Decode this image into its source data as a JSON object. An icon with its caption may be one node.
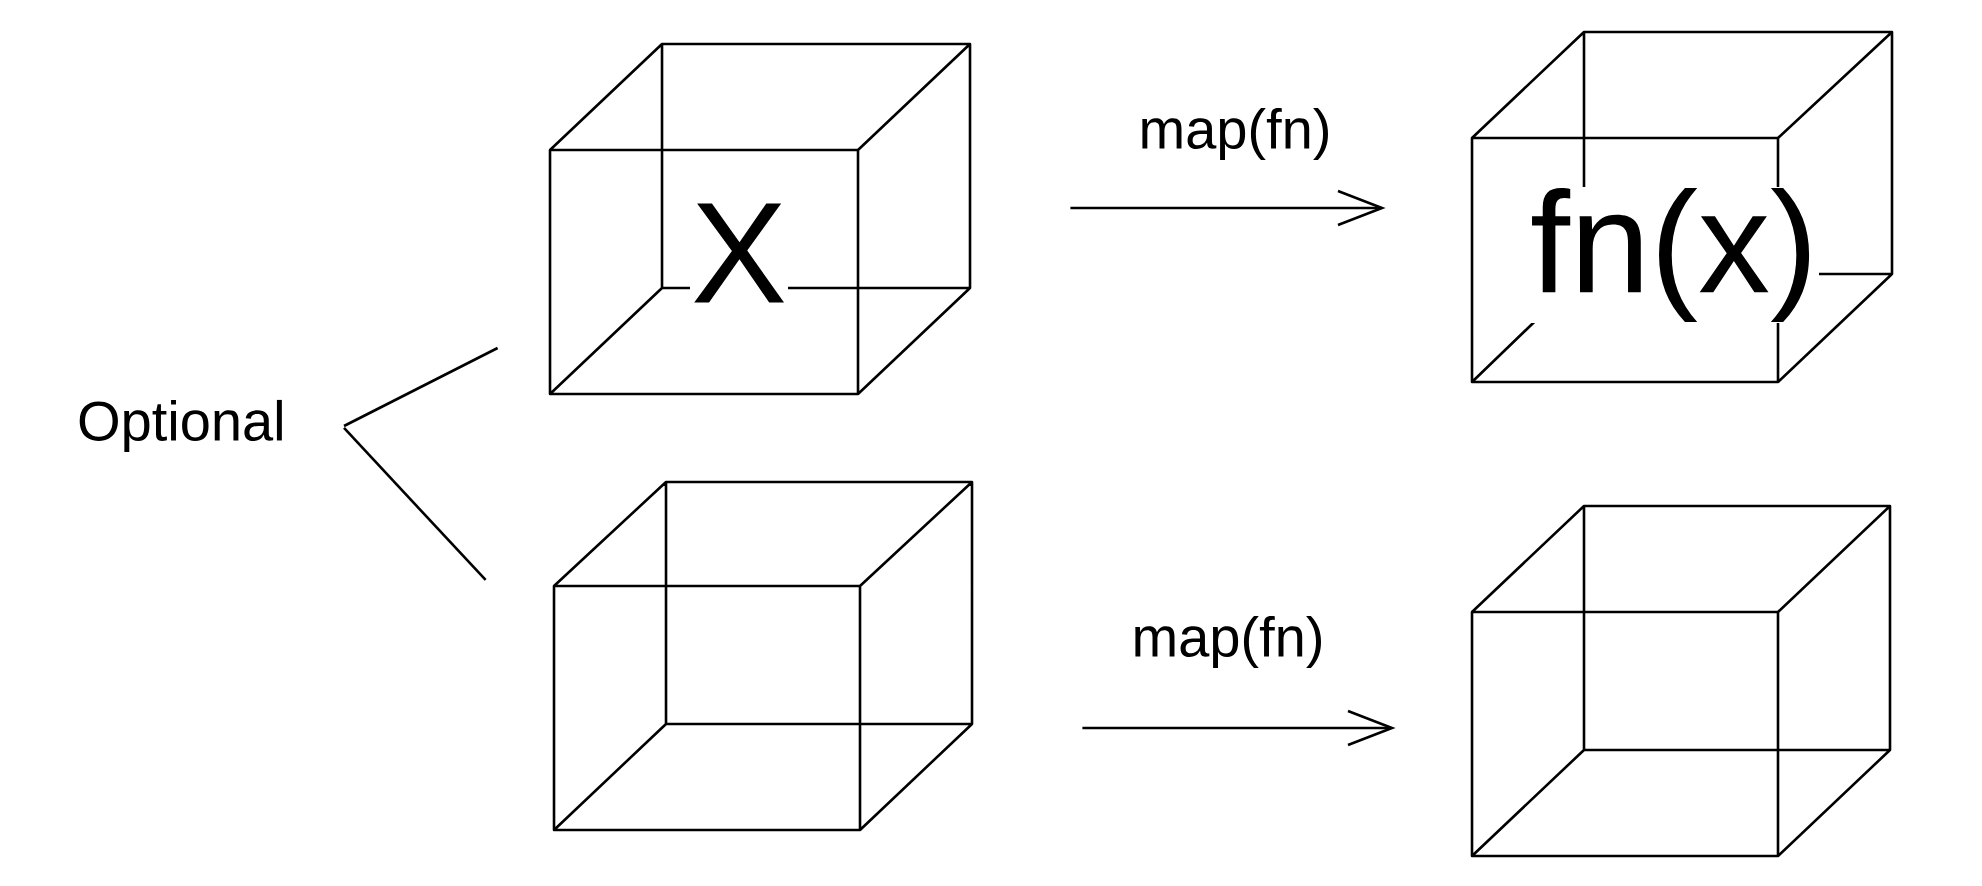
{
  "diagram": {
    "nodes": [
      {
        "text": [
          "X"
        ]
      },
      {
        "text": [
          "fn(x)"
        ]
      },
      {
        "text": [
          "Optional"
        ]
      },
      {
        "text": [],
        "shape": "cube"
      },
      {
        "text": [],
        "shape": "cube"
      }
    ],
    "edges": [
      {
        "from": 0,
        "to": 1,
        "arrow": "to",
        "label": "map(fn)"
      },
      {
        "from": 2,
        "to": 0,
        "arrow": "none"
      },
      {
        "from": 2,
        "to": 3,
        "arrow": "none"
      },
      {
        "from": 3,
        "to": 4,
        "arrow": "to",
        "label": "map(fn)"
      }
    ]
  }
}
